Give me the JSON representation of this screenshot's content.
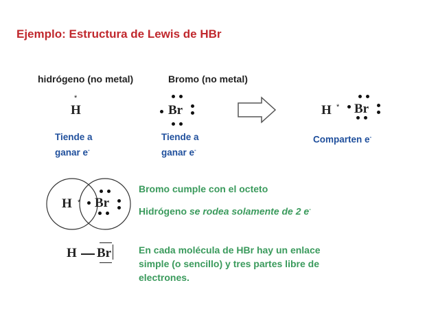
{
  "title": "Ejemplo: Estructura de Lewis de HBr",
  "labels": {
    "hydrogen_header": "hidrógeno (no metal)",
    "bromine_header": "Bromo (no metal)"
  },
  "symbols": {
    "h": "H",
    "br": "Br",
    "star": "*"
  },
  "notes": {
    "h_tends_line1": "Tiende a",
    "h_tends_line2": "ganar e",
    "br_tends_line1": "Tiende a",
    "br_tends_line2": "ganar e",
    "share": "Comparten e",
    "electron_sign": "-"
  },
  "statements": {
    "octet": "Bromo cumple con el octeto",
    "hydrogen_prefix": "Hidrógeno ",
    "hydrogen_italic": "se rodea solamente de 2 e",
    "conclusion": [
      "En cada molécula de HBr hay un enlace",
      "simple (o sencillo) y tres partes libre de",
      "electrones."
    ]
  },
  "colors": {
    "title": "#c0282d",
    "note": "#1f4f9c",
    "statement": "#3a9a5c",
    "arrow_fill": "#ffffff",
    "arrow_stroke": "#555555"
  }
}
